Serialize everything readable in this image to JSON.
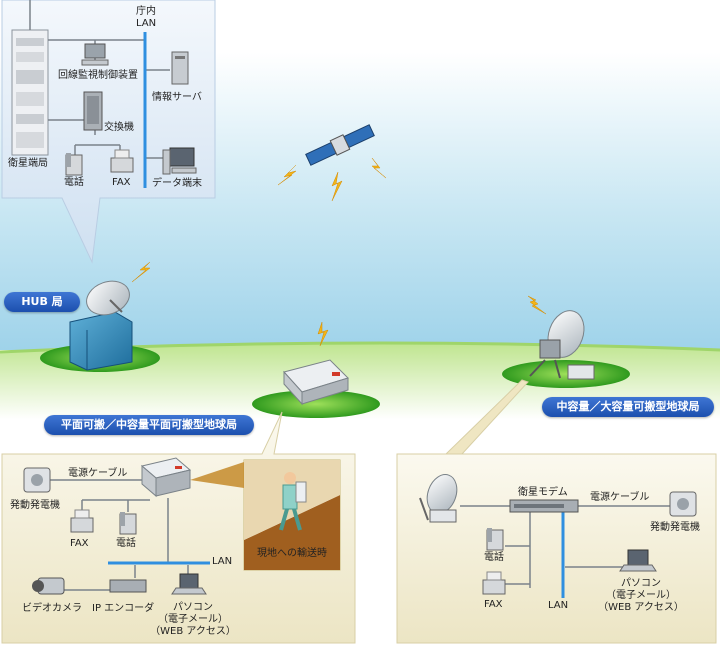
{
  "hub": {
    "label": "HUB 局",
    "office_lan": "庁内\nLAN",
    "line_monitor": "回線監視制御装置",
    "info_server": "情報サーバ",
    "exchange": "交換機",
    "satellite_terminal": "衛星端局",
    "phone": "電話",
    "fax": "FAX",
    "data_terminal": "データ端末"
  },
  "flat_station": {
    "label": "平面可搬／中容量平面可搬型地球局",
    "power_cable": "電源ケーブル",
    "generator": "発動発電機",
    "fax": "FAX",
    "phone": "電話",
    "lan": "LAN",
    "video_camera": "ビデオカメラ",
    "ip_encoder": "IP エンコーダ",
    "pc": "パソコン\n（電子メール）\n（WEB アクセス）",
    "transport": "現地への輸送時"
  },
  "large_station": {
    "label": "中容量／大容量可搬型地球局",
    "satellite_modem": "衛星モデム",
    "power_cable": "電源ケーブル",
    "generator": "発動発電機",
    "phone": "電話",
    "fax": "FAX",
    "lan": "LAN",
    "pc": "パソコン\n（電子メール）\n（WEB アクセス）"
  },
  "colors": {
    "sky_top": "#9fd3ea",
    "ground": "#79c440",
    "pill": "#2a5fc0",
    "lan_line": "#2f8fe0",
    "panel": "#f3efd8",
    "hub_panel": "#dceaf7"
  }
}
